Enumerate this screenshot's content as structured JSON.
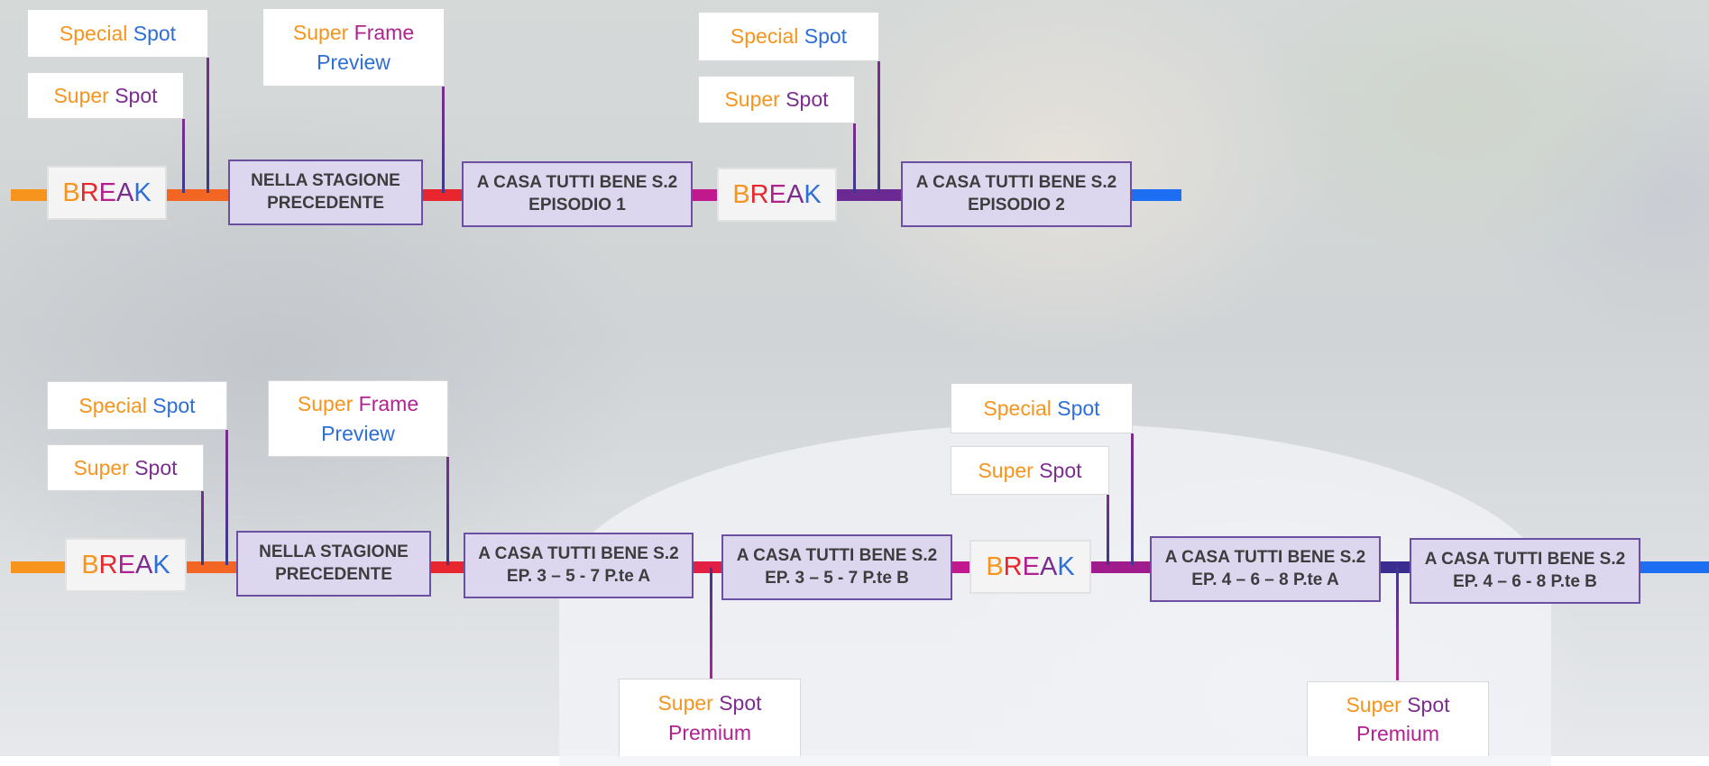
{
  "colors": {
    "orange": "#f7941d",
    "red": "#e8262d",
    "magenta": "#b0238f",
    "purple": "#6b2a92",
    "blue": "#1d6ef2",
    "box_fill": "#dcd6ef",
    "box_border": "#6a4fa3"
  },
  "row1": {
    "break1": [
      "B",
      "R",
      "E",
      "A",
      "K"
    ],
    "box1": "NELLA STAGIONE\nPRECEDENTE",
    "box2": "A CASA TUTTI BENE S.2\nEPISODIO 1",
    "break2": [
      "B",
      "R",
      "E",
      "A",
      "K"
    ],
    "box3": "A CASA TUTTI BENE S.2\nEPISODIO 2",
    "special_spot_1": [
      "Special",
      "Spot"
    ],
    "super_spot_1": [
      "Super",
      "Spot"
    ],
    "super_frame_preview": [
      "Super",
      "Frame",
      "Preview"
    ],
    "special_spot_2": [
      "Special",
      "Spot"
    ],
    "super_spot_2": [
      "Super",
      "Spot"
    ]
  },
  "row2": {
    "break1": [
      "B",
      "R",
      "E",
      "A",
      "K"
    ],
    "box1": "NELLA STAGIONE\nPRECEDENTE",
    "box2": "A CASA TUTTI BENE S.2\nEP. 3 – 5 - 7 P.te A",
    "box3": "A CASA TUTTI BENE S.2\nEP. 3 – 5 - 7 P.te B",
    "break2": [
      "B",
      "R",
      "E",
      "A",
      "K"
    ],
    "box4": "A CASA TUTTI BENE S.2\nEP. 4 – 6 – 8 P.te A",
    "box5": "A CASA TUTTI BENE S.2\nEP. 4 – 6 - 8 P.te B",
    "special_spot_1": [
      "Special",
      "Spot"
    ],
    "super_spot_1": [
      "Super",
      "Spot"
    ],
    "super_frame_preview": [
      "Super",
      "Frame",
      "Preview"
    ],
    "special_spot_2": [
      "Special",
      "Spot"
    ],
    "super_spot_2": [
      "Super",
      "Spot"
    ],
    "super_spot_premium_1": [
      "Super",
      "Spot",
      "Premium"
    ],
    "super_spot_premium_2": [
      "Super",
      "Spot",
      "Premium"
    ]
  }
}
